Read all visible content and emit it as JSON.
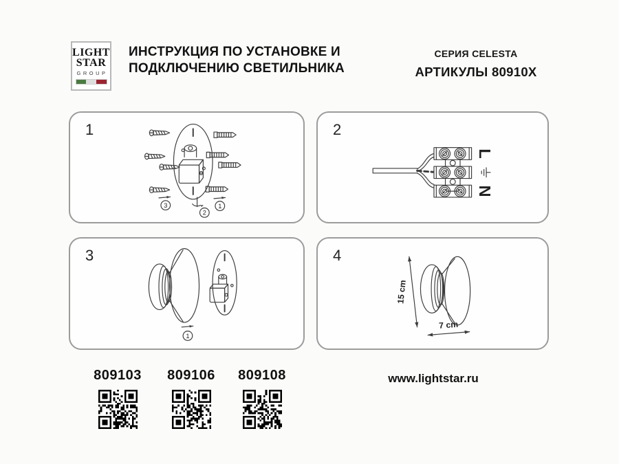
{
  "colors": {
    "page_bg": "#fbfbf9",
    "panel_border": "#9b9b9b",
    "line_color": "#3c3c3c",
    "flag_green": "#4b7a41",
    "flag_white": "#dedede",
    "flag_red": "#9c2430"
  },
  "logo": {
    "line1": "LIGHT",
    "line2": "STAR",
    "line3": "GROUP"
  },
  "header": {
    "title_line1": "ИНСТРУКЦИЯ ПО УСТАНОВКЕ И",
    "title_line2": "ПОДКЛЮЧЕНИЮ СВЕТИЛЬНИКА",
    "series": "СЕРИЯ CELESTA",
    "articles_label": "АРТИКУЛЫ 80910X"
  },
  "panels": [
    {
      "number": "1",
      "steps": [
        "3",
        "2",
        "1"
      ]
    },
    {
      "number": "2",
      "terminal_labels": {
        "live": "L",
        "neutral": "N",
        "ground_icon": "earth-ground-symbol"
      }
    },
    {
      "number": "3",
      "steps": [
        "1"
      ]
    },
    {
      "number": "4",
      "dimensions": {
        "height": "15 cm",
        "width": "7 cm"
      }
    }
  ],
  "articles": [
    {
      "code": "809103"
    },
    {
      "code": "809106"
    },
    {
      "code": "809108"
    }
  ],
  "footer": {
    "website": "www.lightstar.ru"
  }
}
